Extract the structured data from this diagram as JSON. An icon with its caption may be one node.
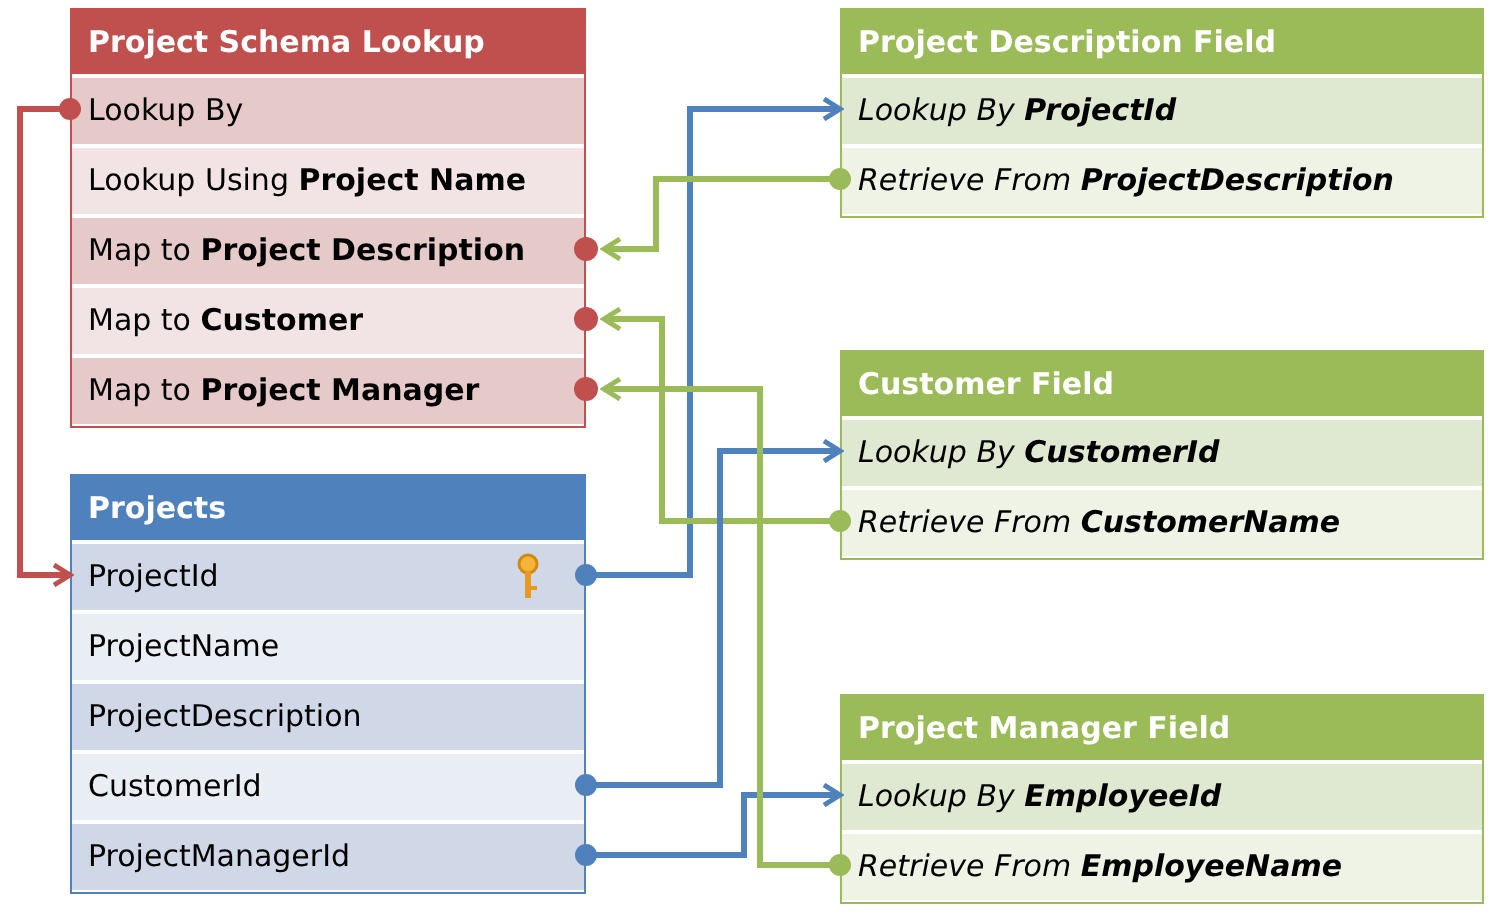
{
  "diagram": {
    "nodes": [
      {
        "text": [
          "Project Schema Lookup"
        ]
      },
      {
        "text": [
          "Lookup By"
        ],
        "in": 0
      },
      {
        "text": [
          "Lookup Using **Project Name**"
        ],
        "in": 0
      },
      {
        "text": [
          "Map to **Project Description**"
        ],
        "in": 0
      },
      {
        "text": [
          "Map to **Customer**"
        ],
        "in": 0
      },
      {
        "text": [
          "Map to **Project Manager**"
        ],
        "in": 0
      },
      {
        "text": [
          "Projects"
        ]
      },
      {
        "text": [
          "ProjectId"
        ],
        "in": 6
      },
      {
        "text": [
          "ProjectName"
        ],
        "in": 6
      },
      {
        "text": [
          "ProjectDescription"
        ],
        "in": 6
      },
      {
        "text": [
          "CustomerId"
        ],
        "in": 6
      },
      {
        "text": [
          "ProjectManagerId"
        ],
        "in": 6
      },
      {
        "text": [
          "Project Description Field"
        ]
      },
      {
        "text": [
          "Lookup By **ProjectId**"
        ],
        "in": 12
      },
      {
        "text": [
          "Retrieve From **ProjectDescription**"
        ],
        "in": 12
      },
      {
        "text": [
          "Customer Field"
        ]
      },
      {
        "text": [
          "Lookup By **CustomerId**"
        ],
        "in": 15
      },
      {
        "text": [
          "Retrieve From **CustomerName**"
        ],
        "in": 15
      },
      {
        "text": [
          "Project Manager Field"
        ]
      },
      {
        "text": [
          "Lookup By **EmployeeId**"
        ],
        "in": 18
      },
      {
        "text": [
          "Retrieve From **EmployeeName**"
        ],
        "in": 18
      }
    ],
    "edges": [
      {
        "from": 1,
        "to": 7,
        "arrow": "to",
        "color": "#c0504d"
      },
      {
        "from": 7,
        "to": 13,
        "arrow": "to",
        "color": "#4f81bd"
      },
      {
        "from": 14,
        "to": 3,
        "arrow": "to",
        "color": "#9bbb59"
      },
      {
        "from": 17,
        "to": 4,
        "arrow": "to",
        "color": "#9bbb59"
      },
      {
        "from": 10,
        "to": 16,
        "arrow": "to",
        "color": "#4f81bd"
      },
      {
        "from": 11,
        "to": 19,
        "arrow": "to",
        "color": "#4f81bd"
      },
      {
        "from": 20,
        "to": 5,
        "arrow": "to",
        "color": "#9bbb59"
      }
    ]
  }
}
